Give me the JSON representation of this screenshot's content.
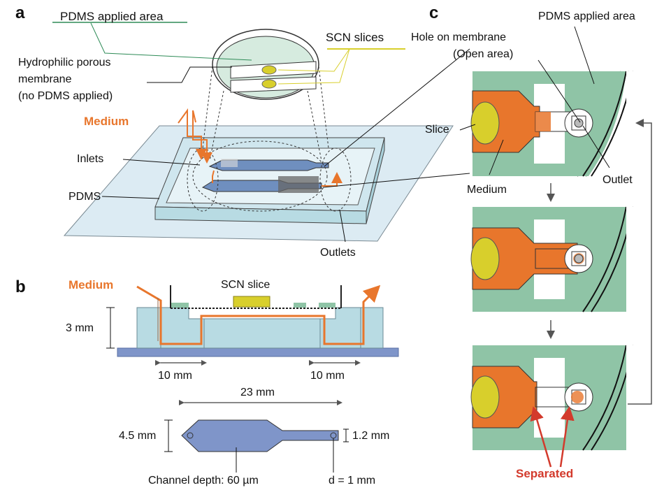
{
  "panels": {
    "a": "a",
    "b": "b",
    "c": "c"
  },
  "panel_a": {
    "pdms_applied_area": "PDMS applied area",
    "scn_slices": "SCN slices",
    "membrane_line1": "Hydrophilic porous",
    "membrane_line2": "membrane",
    "membrane_line3": "(no PDMS applied)",
    "medium": "Medium",
    "inlets": "Inlets",
    "pdms": "PDMS",
    "outlets": "Outlets"
  },
  "panel_b": {
    "medium": "Medium",
    "scn_slice": "SCN slice",
    "height": "3 mm",
    "left_width": "10 mm",
    "right_width": "10 mm",
    "length": "23 mm",
    "channel_width": "4.5 mm",
    "narrow_width": "1.2 mm",
    "channel_depth": "Channel depth: 60 µm",
    "hole_diameter": "d = 1 mm"
  },
  "panel_c": {
    "pdms_applied_area": "PDMS applied area",
    "hole_line1": "Hole on membrane",
    "hole_line2": "(Open area)",
    "slice": "Slice",
    "medium": "Medium",
    "outlet": "Outlet",
    "separated": "Separated"
  },
  "colors": {
    "orange": "#e8762c",
    "pdms_green": "#8fc4a6",
    "slice_yellow": "#d8cf2c",
    "chip_blue": "#b8dbe3",
    "channel_blue": "#7f95c9",
    "red": "#d33a2c"
  }
}
